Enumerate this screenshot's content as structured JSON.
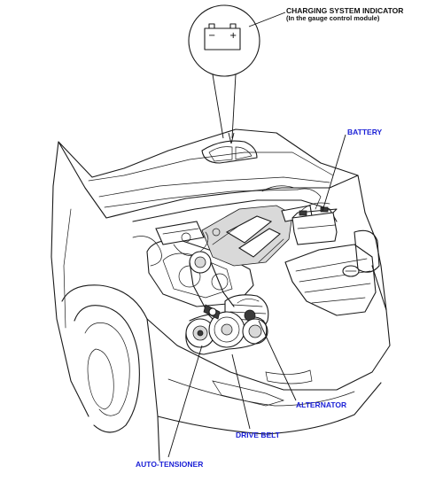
{
  "diagram": {
    "callouts": {
      "indicator_title": "CHARGING SYSTEM INDICATOR",
      "indicator_subtitle": "(In the gauge control module)",
      "battery": "BATTERY",
      "alternator": "ALTERNATOR",
      "drive_belt": "DRIVE BELT",
      "auto_tensioner": "AUTO-TENSIONER"
    },
    "indicator_symbols": {
      "minus": "−",
      "plus": "+"
    },
    "colors": {
      "callout_blue": "#1a1fd6",
      "line_art": "#1a1a1a",
      "background": "#ffffff"
    }
  }
}
